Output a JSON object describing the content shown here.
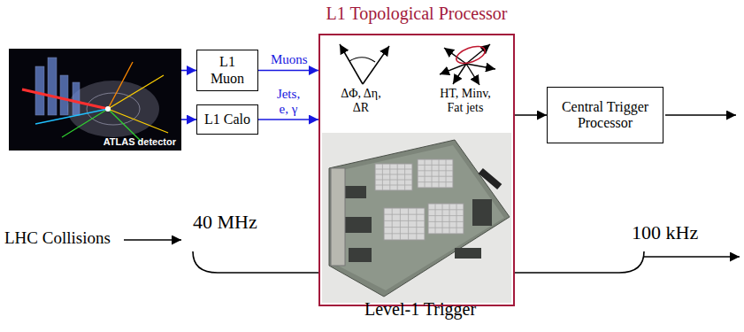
{
  "diagram": {
    "nodes": [
      {
        "text": [
          "ATLAS detector"
        ]
      },
      {
        "text": [
          "L1 Muon"
        ]
      },
      {
        "text": [
          "L1 Calo"
        ]
      },
      {
        "text": [
          "L1 Topological Processor",
          "ΔΦ, Δη, ΔR",
          "HT, Minv, Fat jets"
        ]
      },
      {
        "text": [
          "Central Trigger Processor"
        ]
      }
    ],
    "edges": [
      {
        "from": 0,
        "to": 1,
        "arrow": "to"
      },
      {
        "from": 0,
        "to": 2,
        "arrow": "to"
      },
      {
        "from": 1,
        "to": 3,
        "label": "Muons",
        "arrow": "to"
      },
      {
        "from": 2,
        "to": 3,
        "label": "Jets, e, γ",
        "arrow": "to"
      },
      {
        "from": 3,
        "to": 4,
        "arrow": "to"
      }
    ],
    "labels": [
      "LHC Collisions",
      "40 MHz",
      "100 kHz",
      "Level-1 Trigger"
    ]
  }
}
